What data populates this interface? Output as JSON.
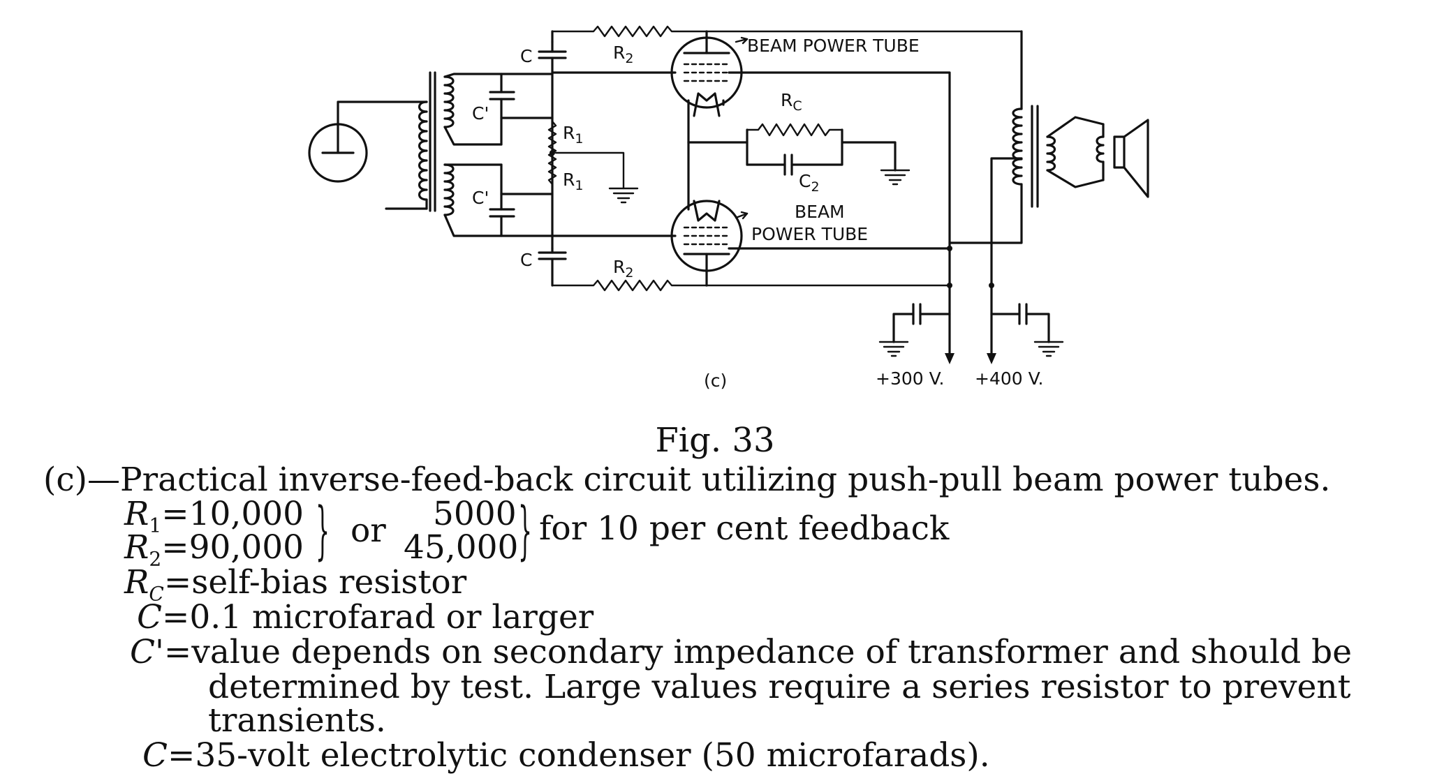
{
  "diagram": {
    "labels": {
      "c_top": "C",
      "c_bot": "C",
      "r2_top": "R",
      "r2_top_sub": "2",
      "r2_bot": "R",
      "r2_bot_sub": "2",
      "cprime_top": "C'",
      "cprime_bot": "C'",
      "r1_top": "R",
      "r1_top_sub": "1",
      "r1_bot": "R",
      "r1_bot_sub": "1",
      "rc": "R",
      "rc_sub": "C",
      "c2": "C",
      "c2_sub": "2",
      "tube_top": "BEAM POWER TUBE",
      "tube_bot_1": "BEAM",
      "tube_bot_2": "POWER TUBE",
      "panel": "(c)",
      "v300": "+300 V.",
      "v400": "+400 V."
    }
  },
  "caption": {
    "figure": "Fig. 33",
    "title": "(c)—Practical inverse-feed-back circuit utilizing push-pull beam power tubes.",
    "r1_sym": "R",
    "r1_sub": "1",
    "r1_val": "=10,000",
    "r2_sym": "R",
    "r2_sub": "2",
    "r2_val": "=90,000",
    "or": "or",
    "alt1": "5000",
    "alt2": "45,000",
    "feedback": "for 10 per cent feedback",
    "rc_sym": "R",
    "rc_sub": "C",
    "rc_text": "=self-bias resistor",
    "c_sym": "C",
    "c_text": "=0.1 microfarad or larger",
    "cp_sym": "C'",
    "cp_text1": "=value depends on secondary impedance of transformer and should be",
    "cp_text2": "determined by test. Large values require a series resistor to prevent",
    "cp_text3": "transients.",
    "c2_sym": "C",
    "c2_text": "=35-volt electrolytic condenser (50 microfarads)."
  }
}
